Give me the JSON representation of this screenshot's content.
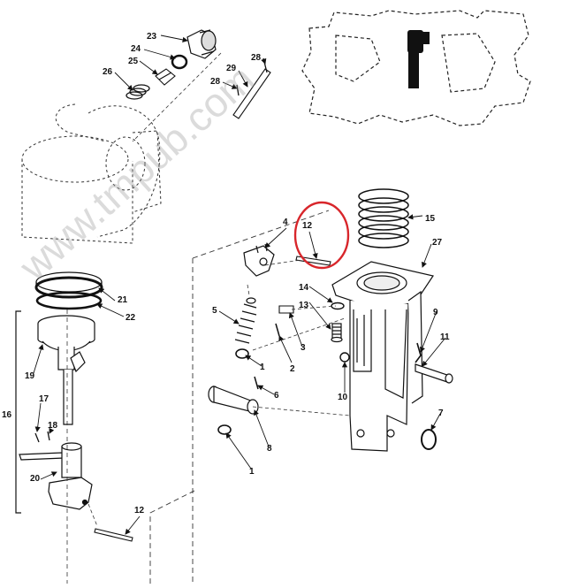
{
  "diagram": {
    "callouts": {
      "c1a": "1",
      "c1b": "1",
      "c2": "2",
      "c3": "3",
      "c4": "4",
      "c5": "5",
      "c6": "6",
      "c7": "7",
      "c8": "8",
      "c9": "9",
      "c10": "10",
      "c11": "11",
      "c12a": "12",
      "c12b": "12",
      "c13": "13",
      "c14": "14",
      "c15": "15",
      "c16": "16",
      "c17": "17",
      "c18": "18",
      "c19": "19",
      "c20": "20",
      "c21": "21",
      "c22": "22",
      "c23": "23",
      "c24": "24",
      "c25": "25",
      "c26": "26",
      "c27": "27",
      "c28a": "28",
      "c28b": "28",
      "c29": "29"
    },
    "watermark": "www.tmpub.com",
    "colors": {
      "ink": "#111111",
      "highlight": "#d8262b",
      "watermark": "#9a9a9a"
    }
  }
}
